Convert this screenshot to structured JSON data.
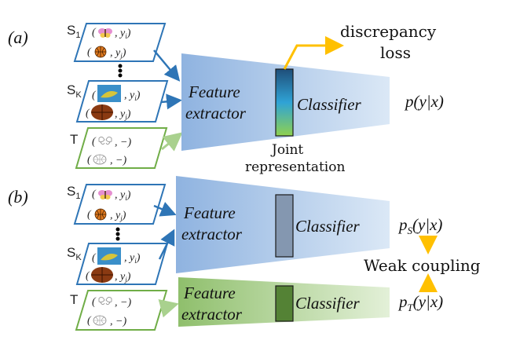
{
  "panels": {
    "a": {
      "label": "(a)",
      "domains": {
        "source_first": "S",
        "source_first_sub": "1",
        "source_last": "S",
        "source_last_sub": "K",
        "target": "T"
      },
      "pairs": {
        "source_labeled": ", y",
        "source_labeled_sub_i": "i",
        "source_labeled_sub_j": "j",
        "target_unlabeled": ", −)"
      },
      "extractor": [
        "Feature",
        "extractor"
      ],
      "classifier": "Classifier",
      "output": "p(y|x)",
      "discrepancy": [
        "discrepancy",
        "loss"
      ],
      "joint": [
        "Joint",
        "representation"
      ]
    },
    "b": {
      "label": "(b)",
      "extractor": [
        "Feature",
        "extractor"
      ],
      "classifier": "Classifier",
      "output_source": "p",
      "output_source_sub": "S",
      "output_source_rest": "(y|x)",
      "output_target": "p",
      "output_target_sub": "T",
      "output_target_rest": "(y|x)",
      "coupling": "Weak coupling"
    }
  },
  "colors": {
    "source": "#2e75b6",
    "source_fill": "#9dc3e6",
    "target": "#70ad47",
    "target_fill": "#a9d18e",
    "arrow_source": "#2e75b6",
    "arrow_target": "#92d050",
    "arrow_loss": "#ffc000",
    "joint_gradient_top": "#1f4e79",
    "joint_gradient_bottom": "#70ad47",
    "bottleneck_source": "#8497b0",
    "bottleneck_target": "#548235"
  }
}
